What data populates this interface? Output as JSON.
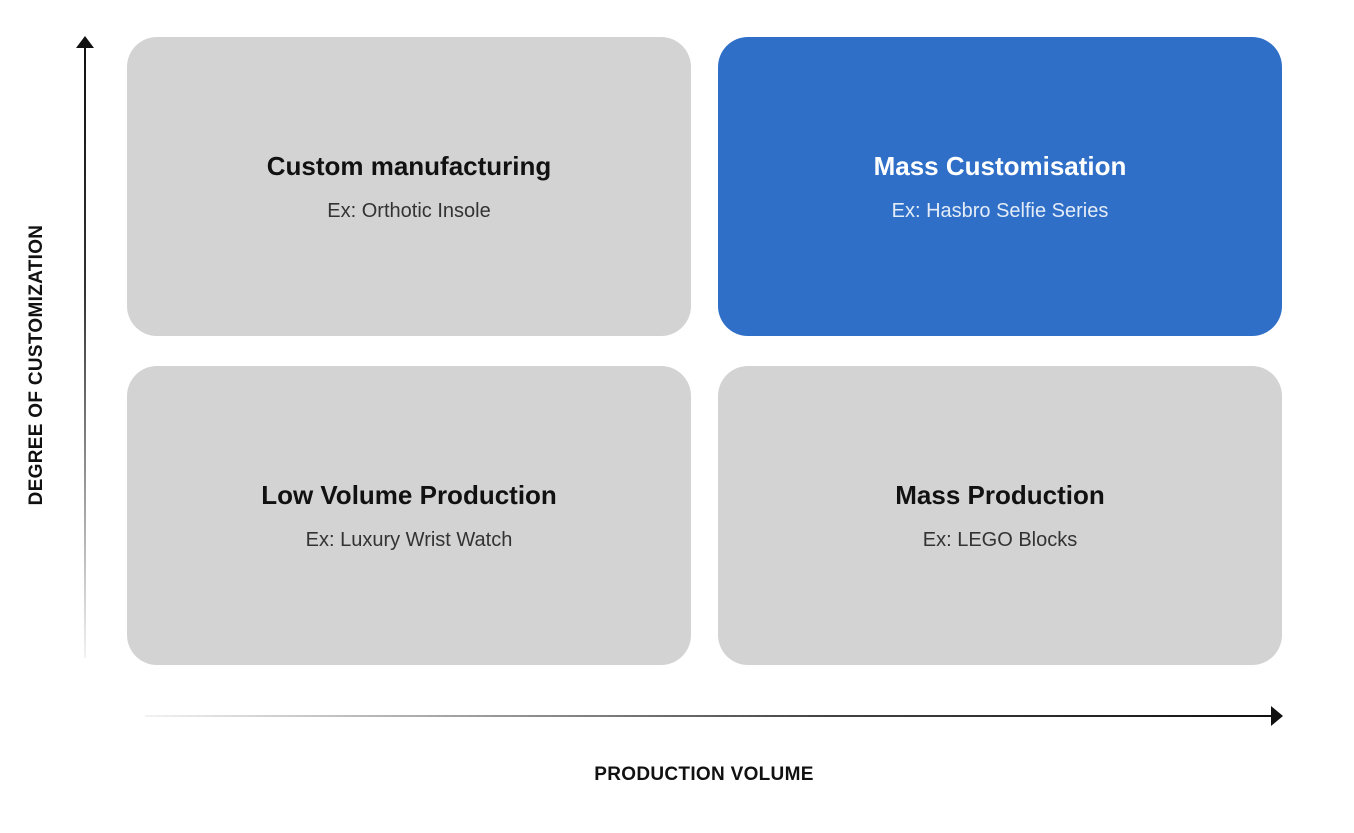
{
  "axes": {
    "x_label": "PRODUCTION VOLUME",
    "y_label": "DEGREE OF CUSTOMIZATION"
  },
  "quadrants": {
    "top_left": {
      "title": "Custom manufacturing",
      "example": "Ex: Orthotic Insole"
    },
    "top_right": {
      "title": "Mass Customisation",
      "example": "Ex: Hasbro Selfie Series",
      "highlighted": true
    },
    "bottom_left": {
      "title": "Low Volume Production",
      "example": "Ex: Luxury Wrist Watch"
    },
    "bottom_right": {
      "title": "Mass Production",
      "example": "Ex: LEGO Blocks"
    }
  },
  "colors": {
    "box": "#d3d3d3",
    "highlight": "#2f6fc8"
  }
}
